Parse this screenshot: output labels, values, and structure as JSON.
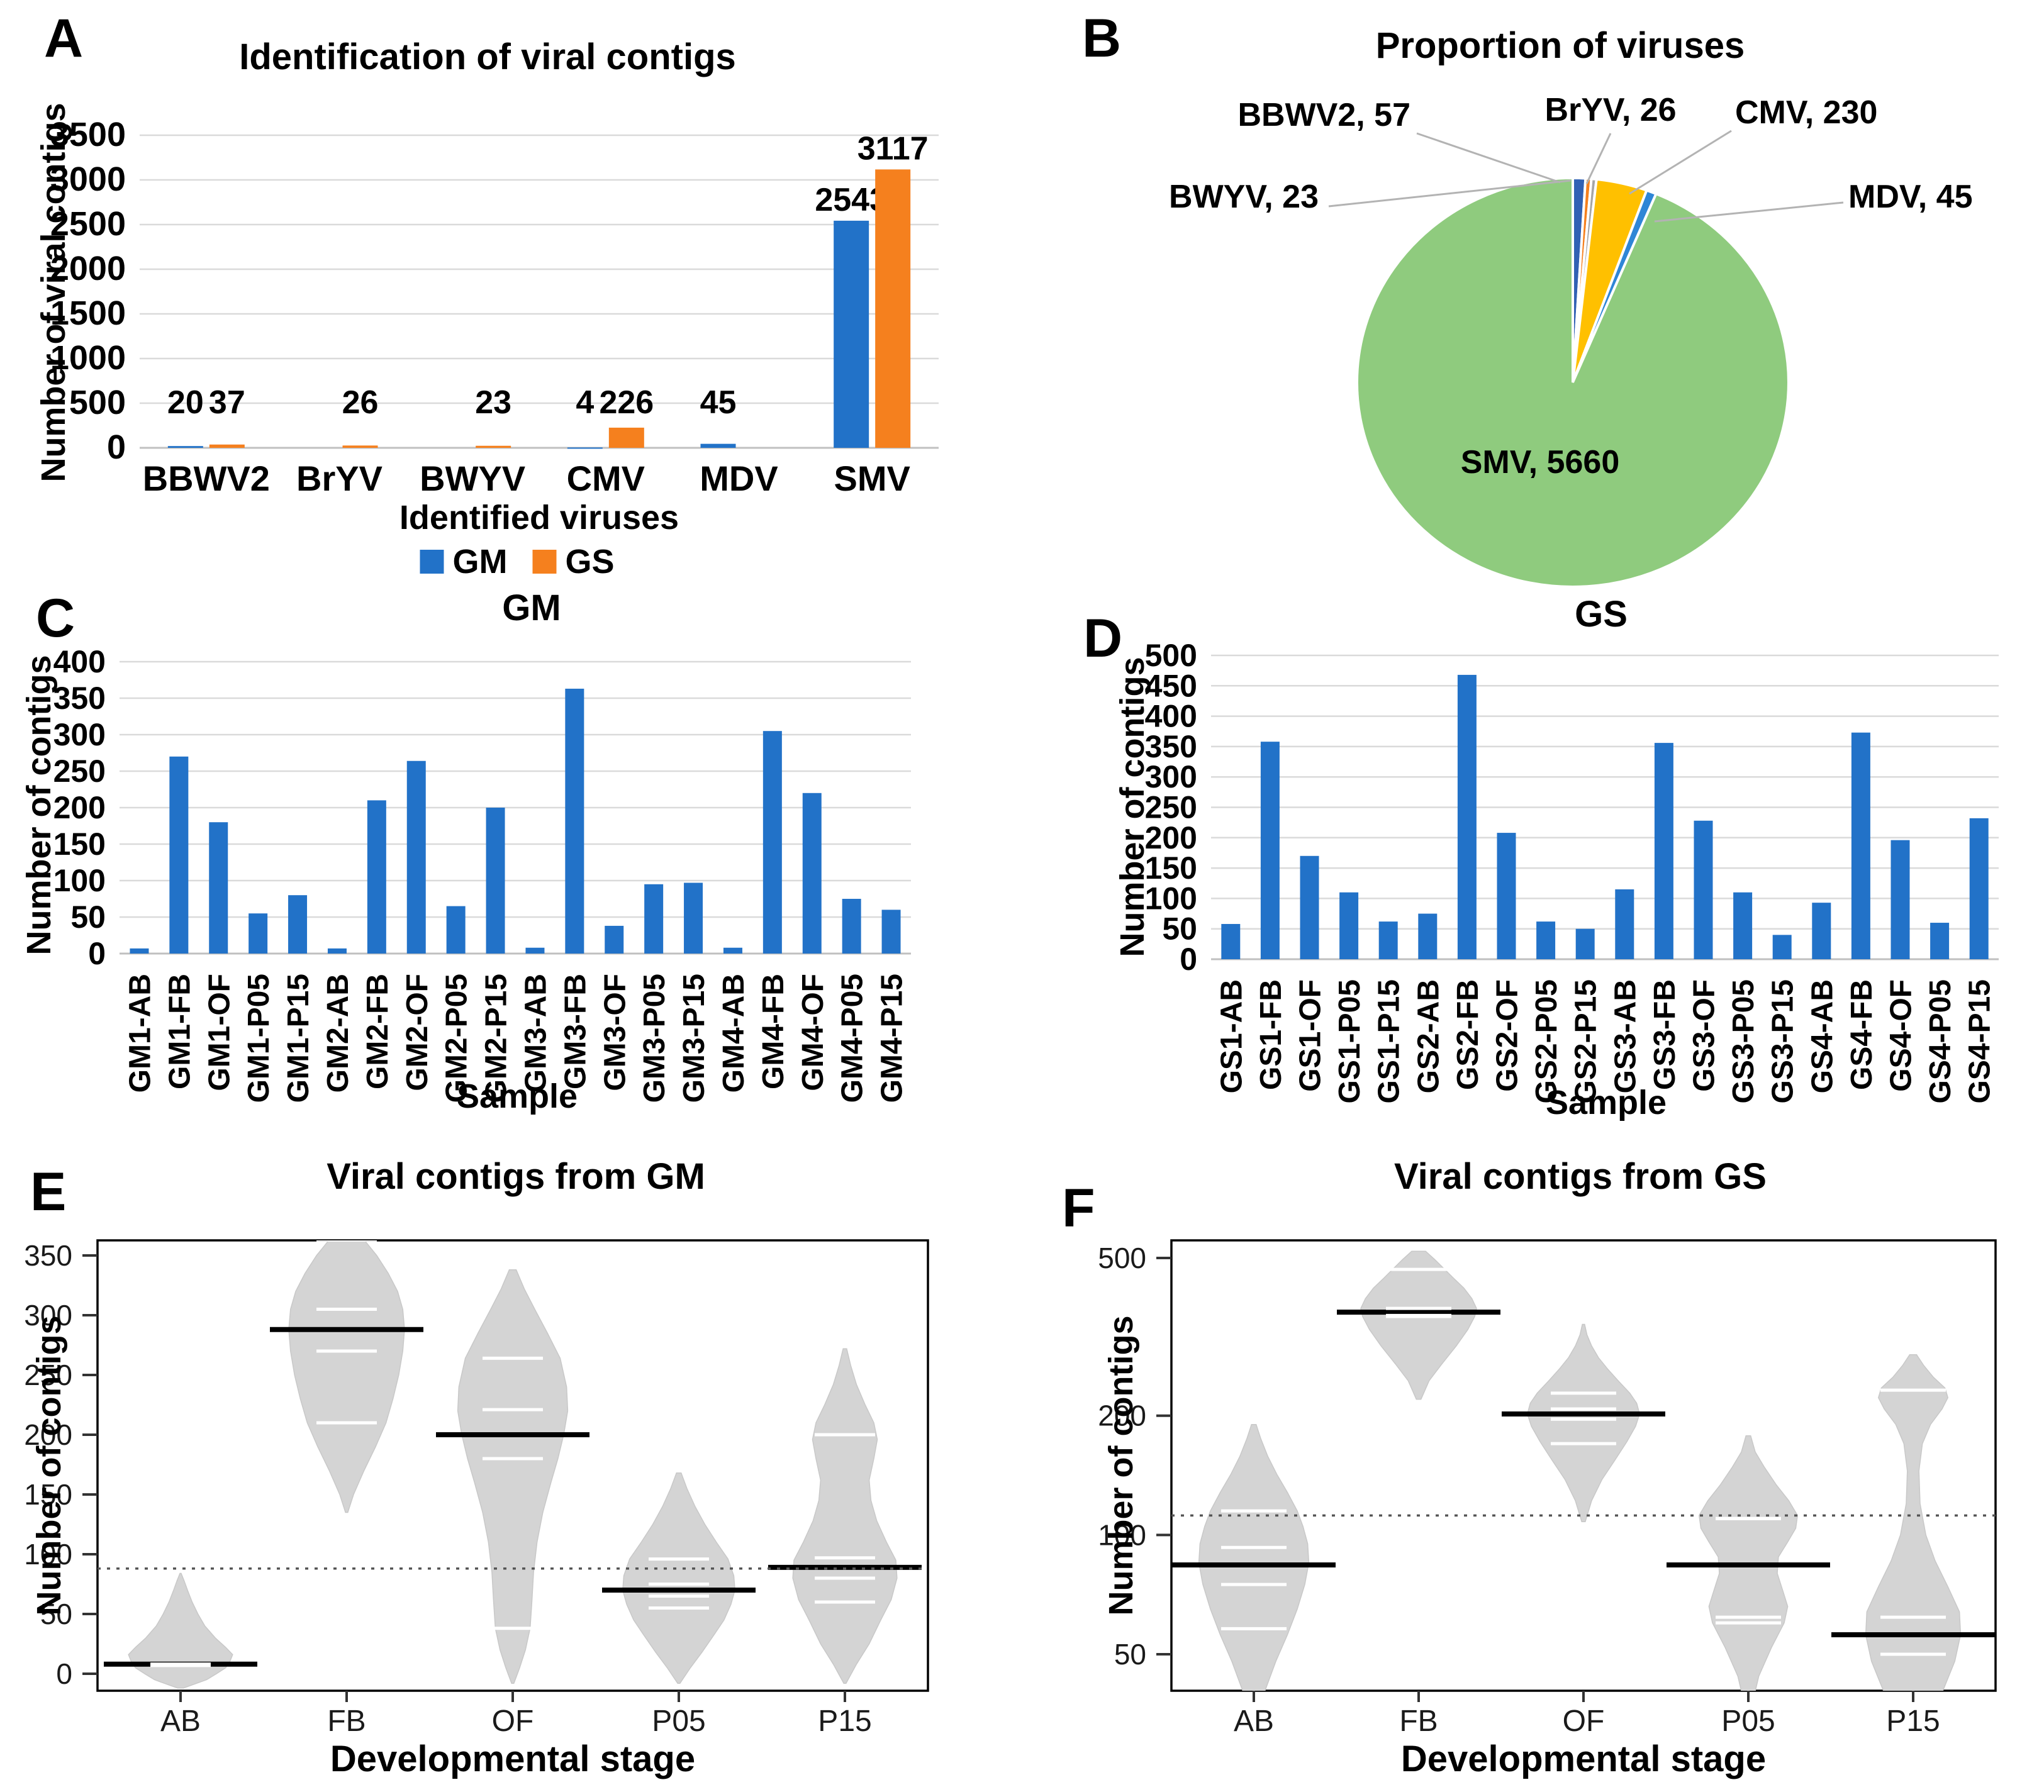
{
  "figure": {
    "background": "#ffffff",
    "series_colors": {
      "GM": "#2272C8",
      "GS": "#F5801E"
    },
    "grid_color": "#DADADA",
    "violin_fill": "#D4D4D4",
    "leader_line_color": "#B3B3B3"
  },
  "chart_data": [
    {
      "panel_letter": "A",
      "type": "bar",
      "title": "Identification of viral contigs",
      "xlabel": "Identified viruses",
      "ylabel": "Number of viral contigs",
      "ylim": [
        0,
        3500
      ],
      "ytick_step": 500,
      "grid": true,
      "legend_position": "bottom",
      "categories": [
        "BBWV2",
        "BrYV",
        "BWYV",
        "CMV",
        "MDV",
        "SMV"
      ],
      "series": [
        {
          "name": "GM",
          "color": "#2272C8",
          "values": [
            20,
            0,
            0,
            4,
            45,
            2543
          ]
        },
        {
          "name": "GS",
          "color": "#F5801E",
          "values": [
            37,
            26,
            23,
            226,
            0,
            3117
          ]
        }
      ],
      "data_labels_shown": true
    },
    {
      "panel_letter": "B",
      "type": "pie",
      "title": "Proportion of viruses",
      "slices": [
        {
          "name": "BBWV2",
          "value": 57,
          "color": "#3161B4"
        },
        {
          "name": "BrYV",
          "value": 26,
          "color": "#F5801E"
        },
        {
          "name": "BWYV",
          "value": 23,
          "color": "#A6A6A6"
        },
        {
          "name": "CMV",
          "value": 230,
          "color": "#FFC000"
        },
        {
          "name": "MDV",
          "value": 45,
          "color": "#2F86D6"
        },
        {
          "name": "SMV",
          "value": 5660,
          "color": "#8FCB7E"
        }
      ],
      "start_angle_deg": 0,
      "direction": "clockwise"
    },
    {
      "panel_letter": "C",
      "type": "bar",
      "title": "GM",
      "xlabel": "Sample",
      "ylabel": "Number of contigs",
      "ylim": [
        0,
        400
      ],
      "ytick_step": 50,
      "grid": true,
      "categories": [
        "GM1-AB",
        "GM1-FB",
        "GM1-OF",
        "GM1-P05",
        "GM1-P15",
        "GM2-AB",
        "GM2-FB",
        "GM2-OF",
        "GM2-P05",
        "GM2-P15",
        "GM3-AB",
        "GM3-FB",
        "GM3-OF",
        "GM3-P05",
        "GM3-P15",
        "GM4-AB",
        "GM4-FB",
        "GM4-OF",
        "GM4-P05",
        "GM4-P15"
      ],
      "series": [
        {
          "name": "GM",
          "color": "#2272C8",
          "values": [
            7,
            270,
            180,
            55,
            80,
            7,
            210,
            264,
            65,
            200,
            8,
            363,
            38,
            95,
            97,
            8,
            305,
            220,
            75,
            60
          ]
        }
      ],
      "data_labels_shown": false
    },
    {
      "panel_letter": "D",
      "type": "bar",
      "title": "GS",
      "xlabel": "Sample",
      "ylabel": "Number of contigs",
      "ylim": [
        0,
        500
      ],
      "ytick_step": 50,
      "grid": true,
      "categories": [
        "GS1-AB",
        "GS1-FB",
        "GS1-OF",
        "GS1-P05",
        "GS1-P15",
        "GS2-AB",
        "GS2-FB",
        "GS2-OF",
        "GS2-P05",
        "GS2-P15",
        "GS3-AB",
        "GS3-FB",
        "GS3-OF",
        "GS3-P05",
        "GS3-P15",
        "GS4-AB",
        "GS4-FB",
        "GS4-OF",
        "GS4-P05",
        "GS4-P15"
      ],
      "series": [
        {
          "name": "GS",
          "color": "#2272C8",
          "values": [
            58,
            358,
            170,
            110,
            62,
            75,
            468,
            208,
            62,
            50,
            115,
            356,
            228,
            110,
            40,
            93,
            373,
            196,
            60,
            232
          ]
        }
      ],
      "data_labels_shown": false
    },
    {
      "panel_letter": "E",
      "type": "violin",
      "title": "Viral contigs from GM",
      "xlabel": "Developmental stage",
      "ylabel": "Number of contigs",
      "scale": "linear",
      "yticks": [
        0,
        50,
        100,
        150,
        200,
        250,
        300,
        350
      ],
      "overall_median_line": 88,
      "groups": [
        {
          "stage": "AB",
          "points": [
            7,
            7,
            8,
            8
          ],
          "median": 8,
          "profile": [
            [
              -12,
              0.05
            ],
            [
              -5,
              0.45
            ],
            [
              0,
              0.62
            ],
            [
              5,
              0.78
            ],
            [
              10,
              0.85
            ],
            [
              16,
              0.9
            ],
            [
              22,
              0.78
            ],
            [
              30,
              0.6
            ],
            [
              40,
              0.42
            ],
            [
              50,
              0.3
            ],
            [
              60,
              0.2
            ],
            [
              70,
              0.12
            ],
            [
              78,
              0.06
            ],
            [
              84,
              0.01
            ]
          ]
        },
        {
          "stage": "FB",
          "points": [
            270,
            210,
            363,
            305
          ],
          "median": 288,
          "profile": [
            [
              135,
              0.02
            ],
            [
              150,
              0.12
            ],
            [
              170,
              0.3
            ],
            [
              190,
              0.5
            ],
            [
              210,
              0.68
            ],
            [
              230,
              0.8
            ],
            [
              250,
              0.9
            ],
            [
              270,
              0.97
            ],
            [
              288,
              1.0
            ],
            [
              305,
              0.97
            ],
            [
              320,
              0.88
            ],
            [
              335,
              0.72
            ],
            [
              350,
              0.52
            ],
            [
              362,
              0.32
            ],
            [
              372,
              0.16
            ],
            [
              382,
              0.04
            ]
          ]
        },
        {
          "stage": "OF",
          "points": [
            180,
            264,
            38,
            221
          ],
          "median": 200,
          "profile": [
            [
              -8,
              0.02
            ],
            [
              5,
              0.12
            ],
            [
              20,
              0.22
            ],
            [
              38,
              0.3
            ],
            [
              60,
              0.33
            ],
            [
              85,
              0.36
            ],
            [
              110,
              0.42
            ],
            [
              135,
              0.52
            ],
            [
              160,
              0.66
            ],
            [
              180,
              0.78
            ],
            [
              200,
              0.88
            ],
            [
              220,
              0.95
            ],
            [
              240,
              0.93
            ],
            [
              264,
              0.82
            ],
            [
              285,
              0.6
            ],
            [
              305,
              0.38
            ],
            [
              322,
              0.2
            ],
            [
              338,
              0.06
            ]
          ]
        },
        {
          "stage": "P05",
          "points": [
            55,
            65,
            96,
            75
          ],
          "median": 70,
          "profile": [
            [
              -8,
              0.02
            ],
            [
              5,
              0.2
            ],
            [
              18,
              0.4
            ],
            [
              32,
              0.6
            ],
            [
              45,
              0.78
            ],
            [
              58,
              0.9
            ],
            [
              70,
              0.97
            ],
            [
              82,
              0.95
            ],
            [
              96,
              0.85
            ],
            [
              110,
              0.65
            ],
            [
              125,
              0.45
            ],
            [
              140,
              0.28
            ],
            [
              155,
              0.14
            ],
            [
              168,
              0.04
            ]
          ]
        },
        {
          "stage": "P15",
          "points": [
            80,
            200,
            97,
            60
          ],
          "median": 89,
          "profile": [
            [
              -8,
              0.02
            ],
            [
              8,
              0.2
            ],
            [
              25,
              0.42
            ],
            [
              45,
              0.62
            ],
            [
              62,
              0.8
            ],
            [
              80,
              0.9
            ],
            [
              95,
              0.88
            ],
            [
              110,
              0.72
            ],
            [
              128,
              0.55
            ],
            [
              145,
              0.45
            ],
            [
              162,
              0.42
            ],
            [
              180,
              0.5
            ],
            [
              196,
              0.56
            ],
            [
              210,
              0.5
            ],
            [
              225,
              0.35
            ],
            [
              242,
              0.2
            ],
            [
              258,
              0.1
            ],
            [
              272,
              0.03
            ]
          ]
        }
      ]
    },
    {
      "panel_letter": "F",
      "type": "violin",
      "title": "Viral contigs from GS",
      "xlabel": "Developmental stage",
      "ylabel": "Number of contigs",
      "scale": "log",
      "yticks": [
        50,
        100,
        200,
        500
      ],
      "overall_median_line": 112,
      "groups": [
        {
          "stage": "AB",
          "points": [
            58,
            75,
            115,
            93
          ],
          "median": 84,
          "profile": [
            [
              33,
              0.03
            ],
            [
              40,
              0.18
            ],
            [
              48,
              0.38
            ],
            [
              56,
              0.58
            ],
            [
              65,
              0.75
            ],
            [
              75,
              0.88
            ],
            [
              85,
              0.95
            ],
            [
              95,
              0.93
            ],
            [
              105,
              0.85
            ],
            [
              115,
              0.75
            ],
            [
              128,
              0.58
            ],
            [
              142,
              0.4
            ],
            [
              158,
              0.24
            ],
            [
              175,
              0.12
            ],
            [
              190,
              0.04
            ]
          ]
        },
        {
          "stage": "FB",
          "points": [
            358,
            468,
            356,
            373
          ],
          "median": 365,
          "profile": [
            [
              220,
              0.04
            ],
            [
              245,
              0.18
            ],
            [
              270,
              0.4
            ],
            [
              300,
              0.65
            ],
            [
              330,
              0.85
            ],
            [
              356,
              0.97
            ],
            [
              373,
              1.0
            ],
            [
              395,
              0.92
            ],
            [
              420,
              0.78
            ],
            [
              445,
              0.6
            ],
            [
              468,
              0.45
            ],
            [
              495,
              0.28
            ],
            [
              520,
              0.12
            ]
          ]
        },
        {
          "stage": "OF",
          "points": [
            170,
            208,
            228,
            196
          ],
          "median": 202,
          "profile": [
            [
              108,
              0.03
            ],
            [
              122,
              0.14
            ],
            [
              138,
              0.32
            ],
            [
              155,
              0.55
            ],
            [
              172,
              0.75
            ],
            [
              188,
              0.9
            ],
            [
              202,
              0.97
            ],
            [
              215,
              0.92
            ],
            [
              228,
              0.8
            ],
            [
              245,
              0.6
            ],
            [
              262,
              0.42
            ],
            [
              280,
              0.26
            ],
            [
              300,
              0.14
            ],
            [
              320,
              0.06
            ],
            [
              340,
              0.02
            ]
          ]
        },
        {
          "stage": "P05",
          "points": [
            110,
            62,
            110,
            60
          ],
          "median": 84,
          "profile": [
            [
              36,
              0.04
            ],
            [
              44,
              0.18
            ],
            [
              52,
              0.4
            ],
            [
              60,
              0.62
            ],
            [
              66,
              0.68
            ],
            [
              72,
              0.6
            ],
            [
              80,
              0.5
            ],
            [
              88,
              0.52
            ],
            [
              96,
              0.68
            ],
            [
              104,
              0.82
            ],
            [
              112,
              0.85
            ],
            [
              122,
              0.7
            ],
            [
              134,
              0.48
            ],
            [
              148,
              0.28
            ],
            [
              162,
              0.12
            ],
            [
              178,
              0.04
            ]
          ]
        },
        {
          "stage": "P15",
          "points": [
            62,
            50,
            40,
            232
          ],
          "median": 56,
          "profile": [
            [
              28,
              0.06
            ],
            [
              33,
              0.25
            ],
            [
              40,
              0.5
            ],
            [
              48,
              0.72
            ],
            [
              56,
              0.82
            ],
            [
              64,
              0.8
            ],
            [
              74,
              0.6
            ],
            [
              86,
              0.38
            ],
            [
              100,
              0.22
            ],
            [
              120,
              0.12
            ],
            [
              145,
              0.1
            ],
            [
              170,
              0.16
            ],
            [
              190,
              0.3
            ],
            [
              208,
              0.5
            ],
            [
              222,
              0.6
            ],
            [
              235,
              0.55
            ],
            [
              250,
              0.35
            ],
            [
              268,
              0.18
            ],
            [
              285,
              0.06
            ]
          ]
        }
      ]
    }
  ]
}
